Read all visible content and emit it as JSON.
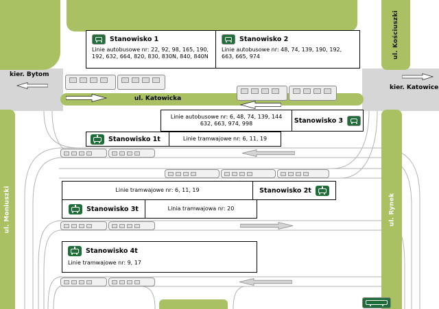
{
  "diagram": {
    "streets": {
      "katowicka": "ul. Katowicka",
      "kosciuszki": "ul. Kościuszki",
      "moniuszki": "ul. Moniuszki",
      "rynek": "ul. Rynek"
    },
    "directions": {
      "bytom": "kier. Bytom",
      "katowice": "kier. Katowice"
    },
    "stands": [
      {
        "title": "Stanowisko 1",
        "vehicle": "bus",
        "lines": "Linie autobusowe nr: 22, 92, 98, 165, 190, 192, 632, 664, 820, 830, 830N, 840, 840N"
      },
      {
        "title": "Stanowisko 2",
        "vehicle": "bus",
        "lines": "Linie autobusowe nr: 48, 74, 139, 190, 192, 663, 665, 974"
      },
      {
        "title": "Stanowisko 3",
        "vehicle": "bus",
        "lines": "Linie autobusowe nr: 6, 48, 74, 139, 144 632, 663, 974, 998"
      },
      {
        "title": "Stanowisko 1t",
        "vehicle": "tram",
        "lines": "Linie tramwajowe nr: 6, 11, 19"
      },
      {
        "title": "Stanowisko 2t",
        "vehicle": "tram",
        "lines": "Linie tramwajowe nr: 6, 11, 19"
      },
      {
        "title": "Stanowisko 3t",
        "vehicle": "tram",
        "lines": "Linia tramwajowa nr: 20"
      },
      {
        "title": "Stanowisko 4t",
        "vehicle": "tram",
        "lines": "Linie tramwajowe nr: 9, 17"
      }
    ],
    "colors": {
      "green": "#a9c163",
      "dark_green": "#1f6d38",
      "road_gray": "#d6d6d6",
      "rail_gray": "#b3b3b3"
    }
  }
}
